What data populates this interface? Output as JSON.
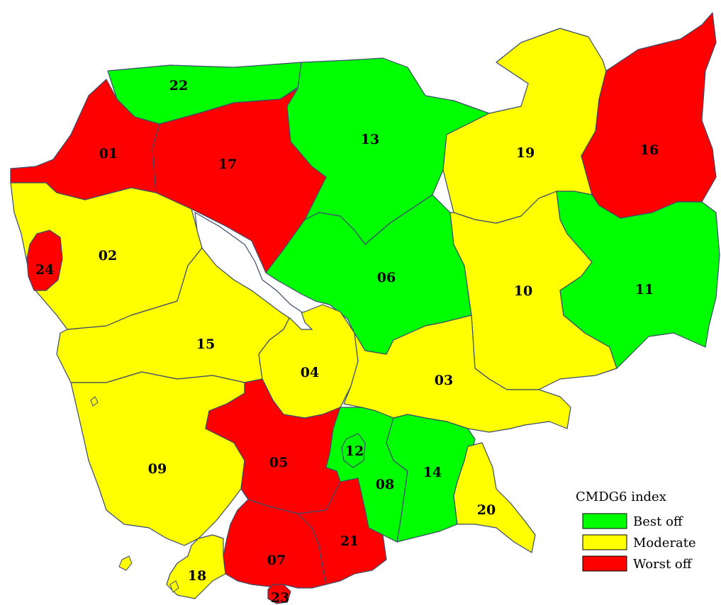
{
  "legend": {
    "title": "CMDG6 index",
    "categories": [
      {
        "key": "best",
        "label": "Best off",
        "color": "#00ff00"
      },
      {
        "key": "moderate",
        "label": "Moderate",
        "color": "#ffff00"
      },
      {
        "key": "worst",
        "label": "Worst off",
        "color": "#ff0000"
      }
    ]
  },
  "provinces": [
    {
      "code": "01",
      "category": "worst"
    },
    {
      "code": "02",
      "category": "moderate"
    },
    {
      "code": "03",
      "category": "moderate"
    },
    {
      "code": "04",
      "category": "moderate"
    },
    {
      "code": "05",
      "category": "worst"
    },
    {
      "code": "06",
      "category": "best"
    },
    {
      "code": "07",
      "category": "worst"
    },
    {
      "code": "08",
      "category": "best"
    },
    {
      "code": "09",
      "category": "moderate"
    },
    {
      "code": "10",
      "category": "moderate"
    },
    {
      "code": "11",
      "category": "best"
    },
    {
      "code": "12",
      "category": "best"
    },
    {
      "code": "13",
      "category": "best"
    },
    {
      "code": "14",
      "category": "best"
    },
    {
      "code": "15",
      "category": "moderate"
    },
    {
      "code": "16",
      "category": "worst"
    },
    {
      "code": "17",
      "category": "worst"
    },
    {
      "code": "18",
      "category": "moderate"
    },
    {
      "code": "19",
      "category": "moderate"
    },
    {
      "code": "20",
      "category": "moderate"
    },
    {
      "code": "21",
      "category": "worst"
    },
    {
      "code": "22",
      "category": "best"
    },
    {
      "code": "23",
      "category": "worst"
    },
    {
      "code": "24",
      "category": "worst"
    }
  ]
}
